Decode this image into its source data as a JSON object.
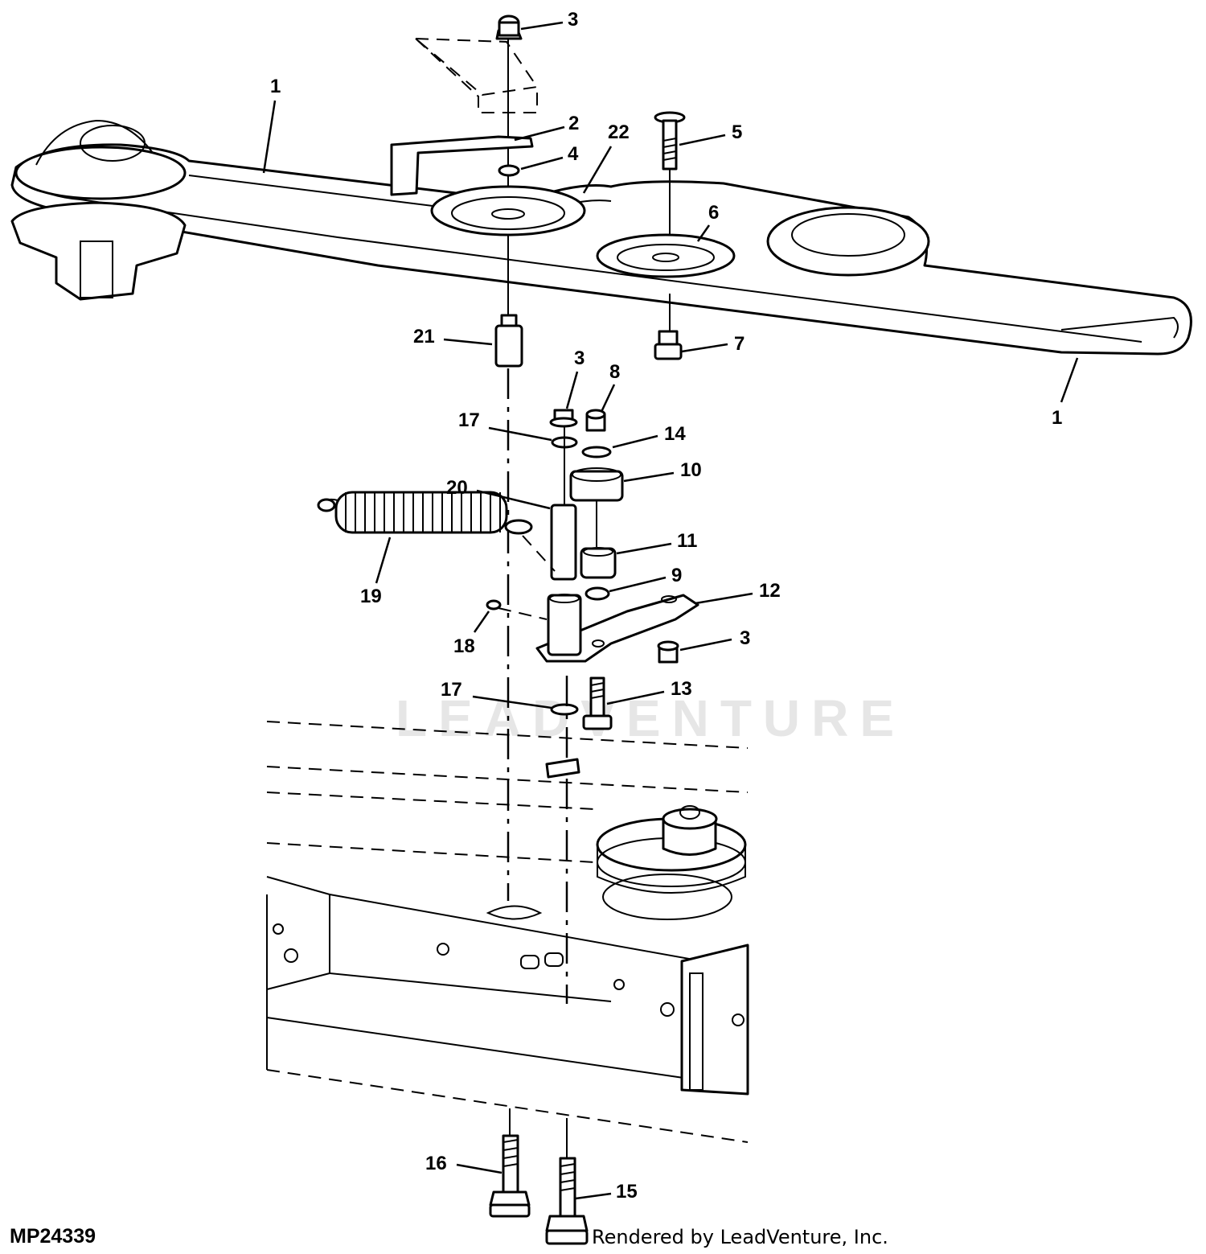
{
  "figure_id": "MP24339",
  "credit": "Rendered by LeadVenture, Inc.",
  "watermark": "LEADVENTURE",
  "callouts": {
    "belt_left": "1",
    "belt_right": "1",
    "idler_arm": "2",
    "nut_top": "3",
    "nut_mid": "3",
    "nut_right": "3",
    "washer": "4",
    "carriage_bolt": "5",
    "idler_pulley_6": "6",
    "lock_nut_7": "7",
    "nut_8": "8",
    "washer_9": "9",
    "bushing_10": "10",
    "bushing_11": "11",
    "idler_bracket": "12",
    "bolt_13": "13",
    "washer_14": "14",
    "bolt_15": "15",
    "bolt_16": "16",
    "washer_17_top": "17",
    "washer_17_bottom": "17",
    "pin_18": "18",
    "spring": "19",
    "spacer_20": "20",
    "spacer_21": "21",
    "idler_pulley_22": "22"
  }
}
